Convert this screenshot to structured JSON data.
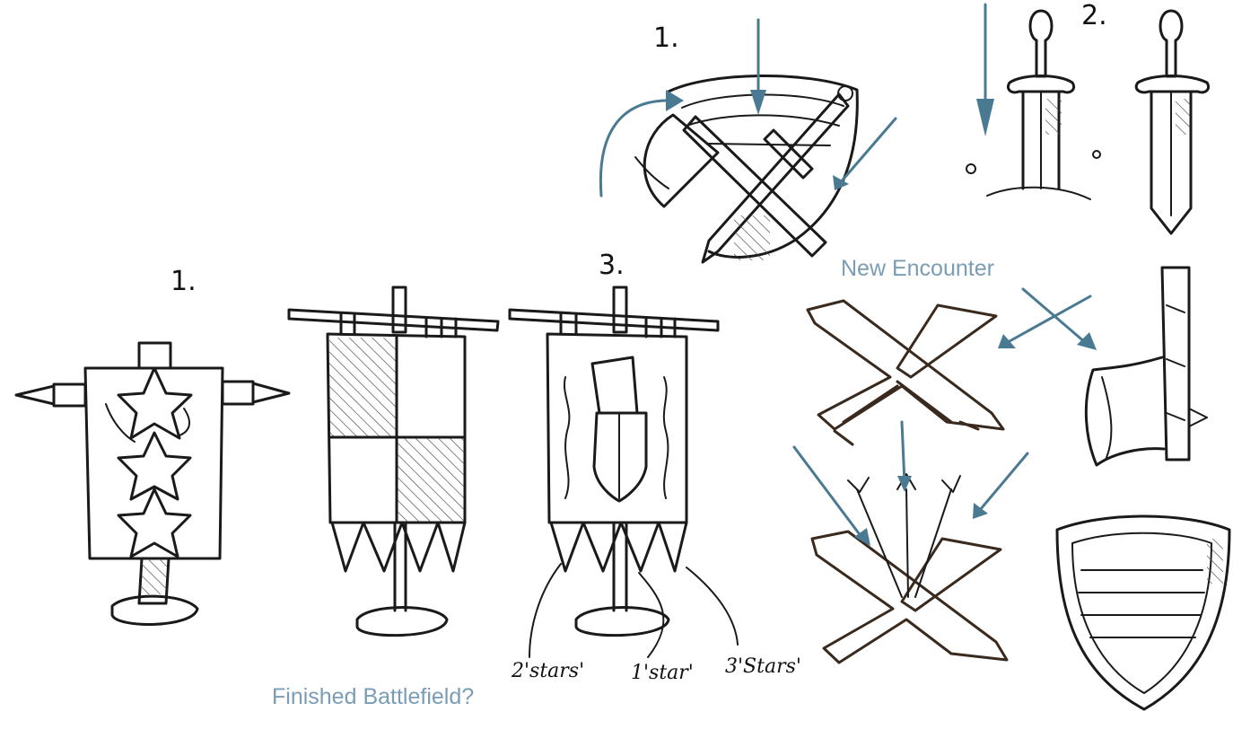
{
  "labels": {
    "num_1_top": "1.",
    "num_2_top": "2.",
    "num_1_left": "1.",
    "num_3": "3.",
    "new_encounter": "New  Encounter",
    "finished_battlefield": "Finished Battlefield?",
    "stars_2": "2'stars'",
    "stars_1": "1'star'",
    "stars_3": "3'Stars'"
  },
  "colors": {
    "ink": "#1a1a1a",
    "annotation_blue": "#4a7a92",
    "label_blue": "#7a9db5",
    "wood_ink": "#3a2a1e"
  }
}
